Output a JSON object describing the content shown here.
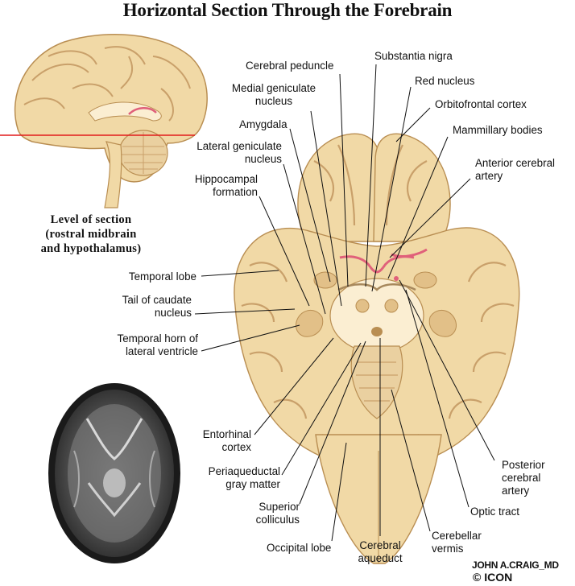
{
  "title": "Horizontal Section Through the Forebrain",
  "level_of_section": {
    "line1": "Level of section",
    "line2": "(rostral midbrain",
    "line3": "and hypothalamus)"
  },
  "labels": {
    "cerebral_peduncle": "Cerebral peduncle",
    "substantia_nigra": "Substantia nigra",
    "red_nucleus": "Red nucleus",
    "medial_geniculate_1": "Medial geniculate",
    "medial_geniculate_2": "nucleus",
    "orbitofrontal_cortex": "Orbitofrontal cortex",
    "amygdala": "Amygdala",
    "mammillary_bodies": "Mammillary bodies",
    "lateral_geniculate_1": "Lateral geniculate",
    "lateral_geniculate_2": "nucleus",
    "anterior_cerebral_1": "Anterior cerebral",
    "anterior_cerebral_2": "artery",
    "hippocampal_1": "Hippocampal",
    "hippocampal_2": "formation",
    "temporal_lobe": "Temporal lobe",
    "tail_caudate_1": "Tail of caudate",
    "tail_caudate_2": "nucleus",
    "temporal_horn_1": "Temporal horn of",
    "temporal_horn_2": "lateral ventricle",
    "entorhinal_1": "Entorhinal",
    "entorhinal_2": "cortex",
    "periaqueductal_1": "Periaqueductal",
    "periaqueductal_2": "gray matter",
    "superior_colliculus_1": "Superior",
    "superior_colliculus_2": "colliculus",
    "occipital_lobe": "Occipital lobe",
    "cerebral_aqueduct_1": "Cerebral",
    "cerebral_aqueduct_2": "aqueduct",
    "cerebellar_vermis_1": "Cerebellar",
    "cerebellar_vermis_2": "vermis",
    "optic_tract": "Optic tract",
    "posterior_cerebral_1": "Posterior",
    "posterior_cerebral_2": "cerebral",
    "posterior_cerebral_3": "artery"
  },
  "signature": {
    "line1": "JOHN A.CRAIG_MD",
    "line2": "© ICON"
  },
  "colors": {
    "tissue": "#f1d9a6",
    "tissue_outline": "#b98e52",
    "gray_matter": "#e2c088",
    "artery": "#e0607a",
    "mri_bg": "#555555"
  }
}
